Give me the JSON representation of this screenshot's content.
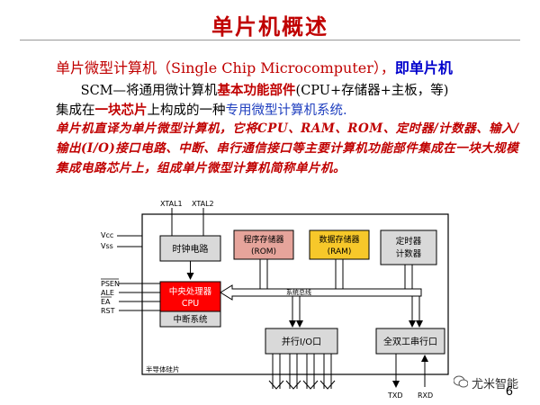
{
  "slide": {
    "title": "单片机概述",
    "subtitle_prefix": "单片微型计算机（Single Chip Microcomputer），",
    "subtitle_suffix": "即单片机",
    "para1": {
      "p1": "SCM—将通用微计算机",
      "p2": "基本功能部件",
      "p3": "(CPU+存储器+主板，等)",
      "p4": "集成在",
      "p5": "一块芯片",
      "p6": "上构成的一种",
      "p7": "专用微型计算机系统."
    },
    "para2": {
      "text": "单片机直译为单片微型计算机，它将CPU、RAM、ROM、定时器/计数器、输入/输出(I/O)接口电路、中断、串行通信接口等主要计算机功能部件集成在一块大规模集成电路芯片上，组成单片微型计算机简称单片机。"
    },
    "page_number": "6",
    "brand": "尤米智能"
  },
  "diagram": {
    "pins_top": [
      "XTAL1",
      "XTAL2"
    ],
    "pins_left_top": [
      "Vcc",
      "Vss"
    ],
    "pins_left_bottom": [
      "PSEN",
      "ALE",
      "EA",
      "RST"
    ],
    "pins_bottom": [
      "TXD",
      "RXD"
    ],
    "blocks": {
      "clock": "时钟电路",
      "rom": [
        "程序存储器",
        "(ROM)"
      ],
      "ram": [
        "数据存储器",
        "(RAM)"
      ],
      "timer": [
        "定时器",
        "计数器"
      ],
      "cpu": [
        "中央处理器",
        "CPU"
      ],
      "interrupt": "中断系统",
      "parallel_io": "并行I/O口",
      "serial": "全双工串行口"
    },
    "bus_label": "系统总线",
    "chip_label": "半导体硅片",
    "colors": {
      "rom_fill": "#e6a49b",
      "ram_fill": "#f7c82a",
      "cpu_fill": "#ff0000",
      "block_fill": "#d9d9d9"
    }
  }
}
